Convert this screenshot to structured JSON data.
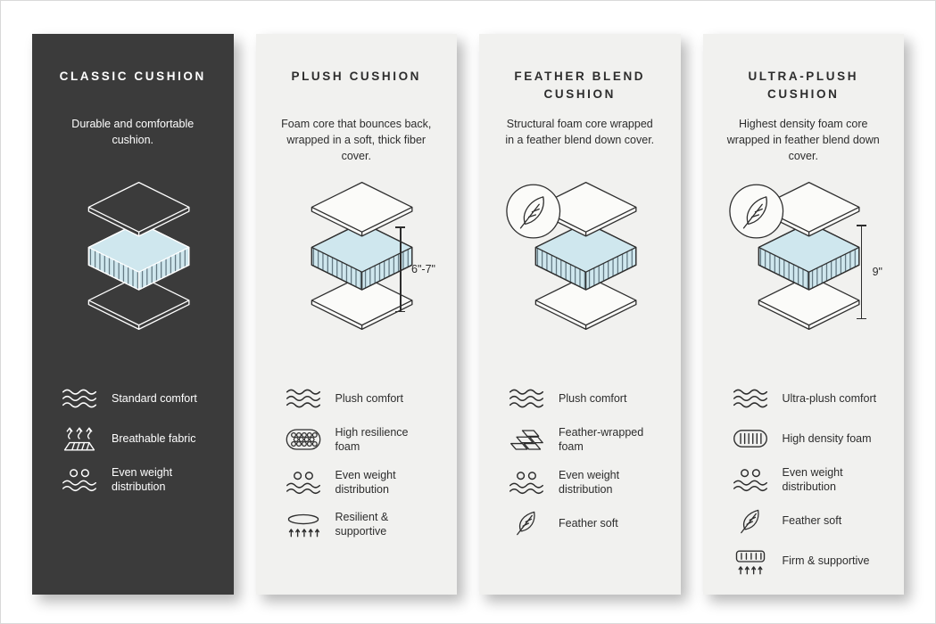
{
  "page": {
    "background": "#ffffff"
  },
  "colors": {
    "dark_panel": "#3b3b3b",
    "light_panel": "#f1f1ef",
    "foam_blue": "#cfe7ee",
    "line_dark": "#2f2f2f",
    "line_light": "#ffffff"
  },
  "columns": [
    {
      "id": "classic",
      "title": "CLASSIC CUSHION",
      "description": "Durable and comfortable cushion.",
      "height_label": "",
      "has_feather_badge": false,
      "features": [
        {
          "icon": "waves-icon",
          "label": "Standard comfort"
        },
        {
          "icon": "breathable-icon",
          "label": "Breathable fabric"
        },
        {
          "icon": "even-weight-icon",
          "label": "Even weight distribution"
        }
      ]
    },
    {
      "id": "plush",
      "title": "PLUSH CUSHION",
      "description": "Foam core that bounces back, wrapped in a soft, thick fiber cover.",
      "height_label": "6\"-7\"",
      "has_feather_badge": false,
      "features": [
        {
          "icon": "waves-icon",
          "label": "Plush comfort"
        },
        {
          "icon": "foam-bubbles-icon",
          "label": "High resilience foam"
        },
        {
          "icon": "even-weight-icon",
          "label": "Even weight distribution"
        },
        {
          "icon": "springs-icon",
          "label": "Resilient & supportive"
        }
      ]
    },
    {
      "id": "feather-blend",
      "title": "FEATHER BLEND\nCUSHION",
      "description": "Structural foam core wrapped in a feather blend down cover.",
      "height_label": "",
      "has_feather_badge": true,
      "features": [
        {
          "icon": "waves-icon",
          "label": "Plush comfort"
        },
        {
          "icon": "foam-bricks-icon",
          "label": "Feather-wrapped foam"
        },
        {
          "icon": "even-weight-icon",
          "label": "Even weight distribution"
        },
        {
          "icon": "feather-icon",
          "label": "Feather soft"
        }
      ]
    },
    {
      "id": "ultra-plush",
      "title": "ULTRA-PLUSH\nCUSHION",
      "description": "Highest density foam core wrapped in feather blend down cover.",
      "height_label": "9\"",
      "has_feather_badge": true,
      "features": [
        {
          "icon": "waves-icon",
          "label": "Ultra-plush comfort"
        },
        {
          "icon": "density-foam-icon",
          "label": "High density foam"
        },
        {
          "icon": "even-weight-icon",
          "label": "Even weight distribution"
        },
        {
          "icon": "feather-icon",
          "label": "Feather soft"
        },
        {
          "icon": "firm-supportive-icon",
          "label": "Firm & supportive"
        }
      ]
    }
  ]
}
